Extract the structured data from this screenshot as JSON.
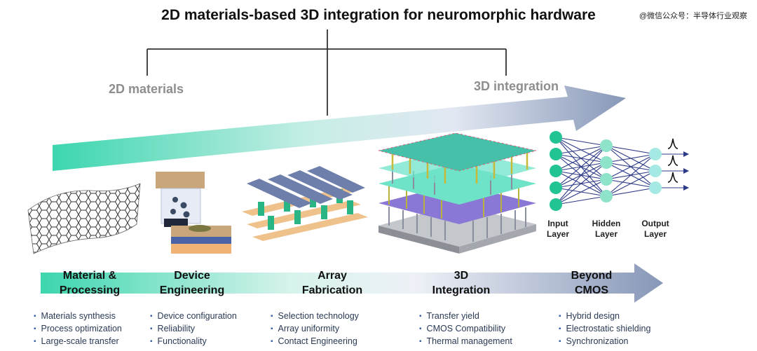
{
  "title": "2D materials-based 3D integration for neuromorphic hardware",
  "watermark": "@微信公众号：半导体行业观察",
  "branches": {
    "left": "2D materials",
    "right": "3D integration"
  },
  "network": {
    "input": "Input\nLayer",
    "hidden": "Hidden\nLayer",
    "output": "Output\nLayer"
  },
  "stages": [
    {
      "name": "Material &\nProcessing",
      "bullets": [
        "Materials synthesis",
        "Process optimization",
        "Large-scale transfer"
      ]
    },
    {
      "name": "Device\nEngineering",
      "bullets": [
        "Device configuration",
        "Reliability",
        "Functionality"
      ]
    },
    {
      "name": "Array\nFabrication",
      "bullets": [
        "Selection technology",
        "Array uniformity",
        "Contact Engineering"
      ]
    },
    {
      "name": "3D\nIntegration",
      "bullets": [
        "Transfer yield",
        "CMOS Compatibility",
        "Thermal management"
      ]
    },
    {
      "name": "Beyond\nCMOS",
      "bullets": [
        "Hybrid design",
        "Electrostatic shielding",
        "Synchronization"
      ]
    }
  ],
  "colors": {
    "teal": "#3cd6ae",
    "slate": "#8797b8",
    "node": "#22c493",
    "hidden": "#8fe3cb",
    "output": "#a5e9e4",
    "edge": "#2c3a88"
  }
}
